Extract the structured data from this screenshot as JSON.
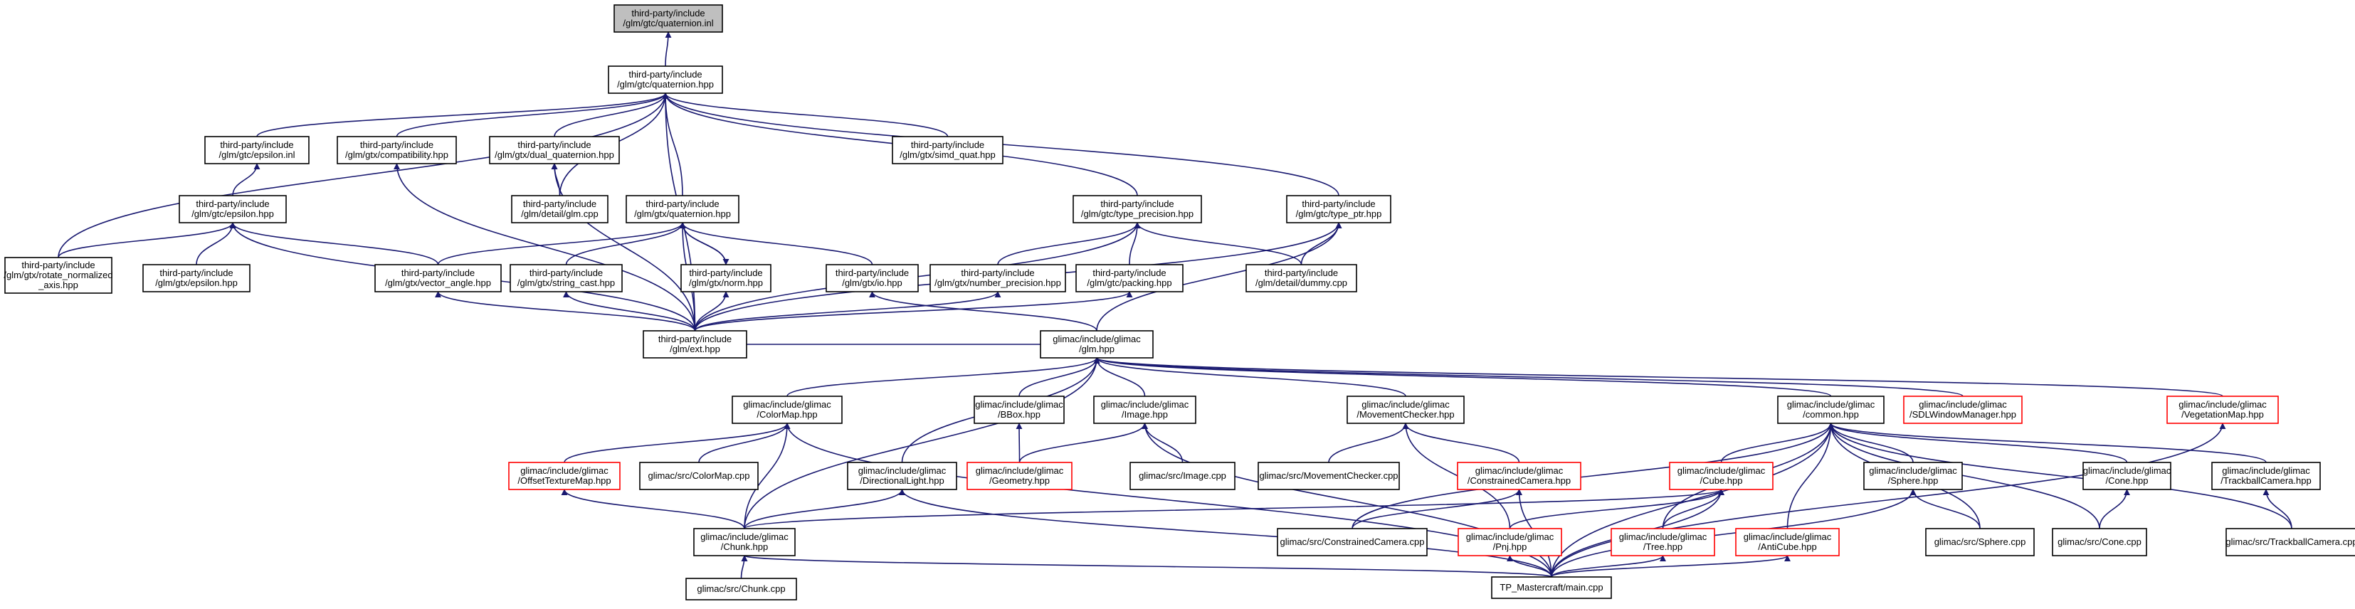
{
  "nodes": [
    {
      "id": "quat_inl",
      "lines": [
        "third-party/include",
        "/glm/gtc/quaternion.inl"
      ],
      "style": "root"
    },
    {
      "id": "quat_hpp",
      "lines": [
        "third-party/include",
        "/glm/gtc/quaternion.hpp"
      ],
      "style": "normal"
    },
    {
      "id": "epsilon_inl",
      "lines": [
        "third-party/include",
        "/glm/gtc/epsilon.inl"
      ],
      "style": "normal"
    },
    {
      "id": "compat",
      "lines": [
        "third-party/include",
        "/glm/gtx/compatibility.hpp"
      ],
      "style": "normal"
    },
    {
      "id": "dualq",
      "lines": [
        "third-party/include",
        "/glm/gtx/dual_quaternion.hpp"
      ],
      "style": "normal"
    },
    {
      "id": "simdq",
      "lines": [
        "third-party/include",
        "/glm/gtx/simd_quat.hpp"
      ],
      "style": "normal"
    },
    {
      "id": "eps_hpp",
      "lines": [
        "third-party/include",
        "/glm/gtc/epsilon.hpp"
      ],
      "style": "normal"
    },
    {
      "id": "glm_cpp",
      "lines": [
        "third-party/include",
        "/glm/detail/glm.cpp"
      ],
      "style": "normal"
    },
    {
      "id": "gtx_quat",
      "lines": [
        "third-party/include",
        "/glm/gtx/quaternion.hpp"
      ],
      "style": "normal"
    },
    {
      "id": "type_prec",
      "lines": [
        "third-party/include",
        "/glm/gtc/type_precision.hpp"
      ],
      "style": "normal"
    },
    {
      "id": "type_ptr",
      "lines": [
        "third-party/include",
        "/glm/gtc/type_ptr.hpp"
      ],
      "style": "normal"
    },
    {
      "id": "rot_norm",
      "lines": [
        "third-party/include",
        "/glm/gtx/rotate_normalized",
        "_axis.hpp"
      ],
      "style": "normal"
    },
    {
      "id": "gtx_eps",
      "lines": [
        "third-party/include",
        "/glm/gtx/epsilon.hpp"
      ],
      "style": "normal"
    },
    {
      "id": "vec_angle",
      "lines": [
        "third-party/include",
        "/glm/gtx/vector_angle.hpp"
      ],
      "style": "normal"
    },
    {
      "id": "str_cast",
      "lines": [
        "third-party/include",
        "/glm/gtx/string_cast.hpp"
      ],
      "style": "normal"
    },
    {
      "id": "gtx_norm",
      "lines": [
        "third-party/include",
        "/glm/gtx/norm.hpp"
      ],
      "style": "normal"
    },
    {
      "id": "gtx_io",
      "lines": [
        "third-party/include",
        "/glm/gtx/io.hpp"
      ],
      "style": "normal"
    },
    {
      "id": "num_prec",
      "lines": [
        "third-party/include",
        "/glm/gtx/number_precision.hpp"
      ],
      "style": "normal"
    },
    {
      "id": "packing",
      "lines": [
        "third-party/include",
        "/glm/gtc/packing.hpp"
      ],
      "style": "normal"
    },
    {
      "id": "dummy",
      "lines": [
        "third-party/include",
        "/glm/detail/dummy.cpp"
      ],
      "style": "normal"
    },
    {
      "id": "ext",
      "lines": [
        "third-party/include",
        "/glm/ext.hpp"
      ],
      "style": "normal"
    },
    {
      "id": "glimac_glm",
      "lines": [
        "glimac/include/glimac",
        "/glm.hpp"
      ],
      "style": "normal"
    },
    {
      "id": "colormap",
      "lines": [
        "glimac/include/glimac",
        "/ColorMap.hpp"
      ],
      "style": "normal"
    },
    {
      "id": "bbox",
      "lines": [
        "glimac/include/glimac",
        "/BBox.hpp"
      ],
      "style": "normal"
    },
    {
      "id": "image",
      "lines": [
        "glimac/include/glimac",
        "/Image.hpp"
      ],
      "style": "normal"
    },
    {
      "id": "movchk",
      "lines": [
        "glimac/include/glimac",
        "/MovementChecker.hpp"
      ],
      "style": "normal"
    },
    {
      "id": "common",
      "lines": [
        "glimac/include/glimac",
        "/common.hpp"
      ],
      "style": "normal"
    },
    {
      "id": "sdlwin",
      "lines": [
        "glimac/include/glimac",
        "/SDLWindowManager.hpp"
      ],
      "style": "red"
    },
    {
      "id": "vegmap",
      "lines": [
        "glimac/include/glimac",
        "/VegetationMap.hpp"
      ],
      "style": "red"
    },
    {
      "id": "offtex",
      "lines": [
        "glimac/include/glimac",
        "/OffsetTextureMap.hpp"
      ],
      "style": "red"
    },
    {
      "id": "colormap_cpp",
      "lines": [
        "glimac/src/ColorMap.cpp"
      ],
      "style": "normal"
    },
    {
      "id": "geometry",
      "lines": [
        "glimac/include/glimac",
        "/Geometry.hpp"
      ],
      "style": "red"
    },
    {
      "id": "dirlight",
      "lines": [
        "glimac/include/glimac",
        "/DirectionalLight.hpp"
      ],
      "style": "normal"
    },
    {
      "id": "image_cpp",
      "lines": [
        "glimac/src/Image.cpp"
      ],
      "style": "normal"
    },
    {
      "id": "movchk_cpp",
      "lines": [
        "glimac/src/MovementChecker.cpp"
      ],
      "style": "normal"
    },
    {
      "id": "constrcam",
      "lines": [
        "glimac/include/glimac",
        "/ConstrainedCamera.hpp"
      ],
      "style": "red"
    },
    {
      "id": "cube",
      "lines": [
        "glimac/include/glimac",
        "/Cube.hpp"
      ],
      "style": "red"
    },
    {
      "id": "sphere",
      "lines": [
        "glimac/include/glimac",
        "/Sphere.hpp"
      ],
      "style": "normal"
    },
    {
      "id": "cone",
      "lines": [
        "glimac/include/glimac",
        "/Cone.hpp"
      ],
      "style": "normal"
    },
    {
      "id": "trackcam",
      "lines": [
        "glimac/include/glimac",
        "/TrackballCamera.hpp"
      ],
      "style": "normal"
    },
    {
      "id": "chunk",
      "lines": [
        "glimac/include/glimac",
        "/Chunk.hpp"
      ],
      "style": "normal"
    },
    {
      "id": "constrcam_cpp",
      "lines": [
        "glimac/src/ConstrainedCamera.cpp"
      ],
      "style": "normal"
    },
    {
      "id": "pnj",
      "lines": [
        "glimac/include/glimac",
        "/Pnj.hpp"
      ],
      "style": "red"
    },
    {
      "id": "tree",
      "lines": [
        "glimac/include/glimac",
        "/Tree.hpp"
      ],
      "style": "red"
    },
    {
      "id": "anticube",
      "lines": [
        "glimac/include/glimac",
        "/AntiCube.hpp"
      ],
      "style": "red"
    },
    {
      "id": "sphere_cpp",
      "lines": [
        "glimac/src/Sphere.cpp"
      ],
      "style": "normal"
    },
    {
      "id": "cone_cpp",
      "lines": [
        "glimac/src/Cone.cpp"
      ],
      "style": "normal"
    },
    {
      "id": "trackcam_cpp",
      "lines": [
        "glimac/src/TrackballCamera.cpp"
      ],
      "style": "normal"
    },
    {
      "id": "chunk_cpp",
      "lines": [
        "glimac/src/Chunk.cpp"
      ],
      "style": "normal"
    },
    {
      "id": "main",
      "lines": [
        "TP_Mastercraft/main.cpp"
      ],
      "style": "normal"
    }
  ],
  "edges": [
    [
      "quat_hpp",
      "quat_inl"
    ],
    [
      "epsilon_inl",
      "quat_hpp"
    ],
    [
      "compat",
      "quat_hpp"
    ],
    [
      "dualq",
      "quat_hpp"
    ],
    [
      "simdq",
      "quat_hpp"
    ],
    [
      "rot_norm",
      "quat_hpp"
    ],
    [
      "glm_cpp",
      "quat_hpp"
    ],
    [
      "gtx_quat",
      "quat_hpp"
    ],
    [
      "type_prec",
      "quat_hpp"
    ],
    [
      "type_ptr",
      "quat_hpp"
    ],
    [
      "ext",
      "quat_hpp"
    ],
    [
      "eps_hpp",
      "epsilon_inl"
    ],
    [
      "glm_cpp",
      "dualq"
    ],
    [
      "ext",
      "dualq"
    ],
    [
      "ext",
      "compat"
    ],
    [
      "rot_norm",
      "eps_hpp"
    ],
    [
      "gtx_eps",
      "eps_hpp"
    ],
    [
      "vec_angle",
      "eps_hpp"
    ],
    [
      "ext",
      "eps_hpp"
    ],
    [
      "vec_angle",
      "gtx_quat"
    ],
    [
      "str_cast",
      "gtx_quat"
    ],
    [
      "gtx_norm",
      "gtx_quat"
    ],
    [
      "gtx_io",
      "gtx_quat"
    ],
    [
      "ext",
      "gtx_quat"
    ],
    [
      "gtx_quat",
      "gtx_norm"
    ],
    [
      "num_prec",
      "type_prec"
    ],
    [
      "packing",
      "type_prec"
    ],
    [
      "dummy",
      "type_prec"
    ],
    [
      "ext",
      "type_prec"
    ],
    [
      "dummy",
      "type_ptr"
    ],
    [
      "ext",
      "type_ptr"
    ],
    [
      "glimac_glm",
      "type_ptr"
    ],
    [
      "ext",
      "vec_angle"
    ],
    [
      "ext",
      "str_cast"
    ],
    [
      "ext",
      "gtx_norm"
    ],
    [
      "ext",
      "num_prec"
    ],
    [
      "ext",
      "packing"
    ],
    [
      "glimac_glm",
      "gtx_io"
    ],
    [
      "glimac_glm",
      "ext"
    ],
    [
      "colormap",
      "glimac_glm"
    ],
    [
      "bbox",
      "glimac_glm"
    ],
    [
      "image",
      "glimac_glm"
    ],
    [
      "movchk",
      "glimac_glm"
    ],
    [
      "common",
      "glimac_glm"
    ],
    [
      "sdlwin",
      "glimac_glm"
    ],
    [
      "vegmap",
      "glimac_glm"
    ],
    [
      "dirlight",
      "glimac_glm"
    ],
    [
      "chunk",
      "glimac_glm"
    ],
    [
      "offtex",
      "colormap"
    ],
    [
      "colormap_cpp",
      "colormap"
    ],
    [
      "chunk",
      "colormap"
    ],
    [
      "main",
      "colormap"
    ],
    [
      "geometry",
      "bbox"
    ],
    [
      "geometry",
      "image"
    ],
    [
      "image_cpp",
      "image"
    ],
    [
      "main",
      "image"
    ],
    [
      "movchk_cpp",
      "movchk"
    ],
    [
      "constrcam",
      "movchk"
    ],
    [
      "pnj",
      "movchk"
    ],
    [
      "chunk",
      "offtex"
    ],
    [
      "chunk",
      "dirlight"
    ],
    [
      "main",
      "dirlight"
    ],
    [
      "constrcam_cpp",
      "common"
    ],
    [
      "cube",
      "common"
    ],
    [
      "sphere",
      "common"
    ],
    [
      "cone",
      "common"
    ],
    [
      "trackcam",
      "common"
    ],
    [
      "tree",
      "common"
    ],
    [
      "anticube",
      "common"
    ],
    [
      "sphere_cpp",
      "common"
    ],
    [
      "cone_cpp",
      "common"
    ],
    [
      "trackcam_cpp",
      "common"
    ],
    [
      "main",
      "common"
    ],
    [
      "main",
      "vegmap"
    ],
    [
      "constrcam_cpp",
      "constrcam"
    ],
    [
      "main",
      "constrcam"
    ],
    [
      "chunk",
      "cube"
    ],
    [
      "pnj",
      "cube"
    ],
    [
      "tree",
      "cube"
    ],
    [
      "main",
      "cube"
    ],
    [
      "sphere_cpp",
      "sphere"
    ],
    [
      "main",
      "sphere"
    ],
    [
      "cone_cpp",
      "cone"
    ],
    [
      "trackcam_cpp",
      "trackcam"
    ],
    [
      "chunk_cpp",
      "chunk"
    ],
    [
      "main",
      "chunk"
    ],
    [
      "main",
      "pnj"
    ],
    [
      "main",
      "tree"
    ],
    [
      "main",
      "anticube"
    ]
  ],
  "colors": {
    "edge": "#191970",
    "node_border": "#000000",
    "red_border": "#ff0000",
    "root_fill": "#bfbfbf"
  }
}
